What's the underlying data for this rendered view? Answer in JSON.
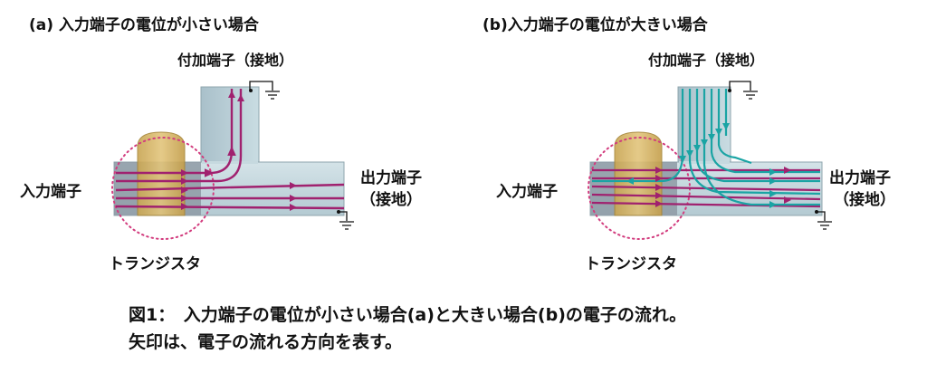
{
  "panel_a": {
    "title": "(a) 入力端子の電位が小さい場合",
    "gate_label": "付加端子（接地）",
    "input_label": "入力端子",
    "output_label_1": "出力端子",
    "output_label_2": "（接地）",
    "transistor_label": "トランジスタ"
  },
  "panel_b": {
    "title": "(b)入力端子の電位が大きい場合",
    "gate_label": "付加端子（接地）",
    "input_label": "入力端子",
    "output_label_1": "出力端子",
    "output_label_2": "（接地）",
    "transistor_label": "トランジスタ"
  },
  "caption": {
    "line1": "図1：　入力端子の電位が小さい場合(a)と大きい場合(b)の電子の流れ。",
    "line2": "矢印は、電子の流れる方向を表す。"
  },
  "colors": {
    "channel_fill": "#b6cdd6",
    "channel_edge": "#8fa6ae",
    "input_fill": "#8e9aa4",
    "transistor_fill": "#d7b96c",
    "electron_a": "#a0216f",
    "electron_b": "#1aa4a4",
    "circle": "#d23c7e"
  },
  "icons": {
    "ground": "ground-icon",
    "arrow": "arrow-right-icon"
  }
}
